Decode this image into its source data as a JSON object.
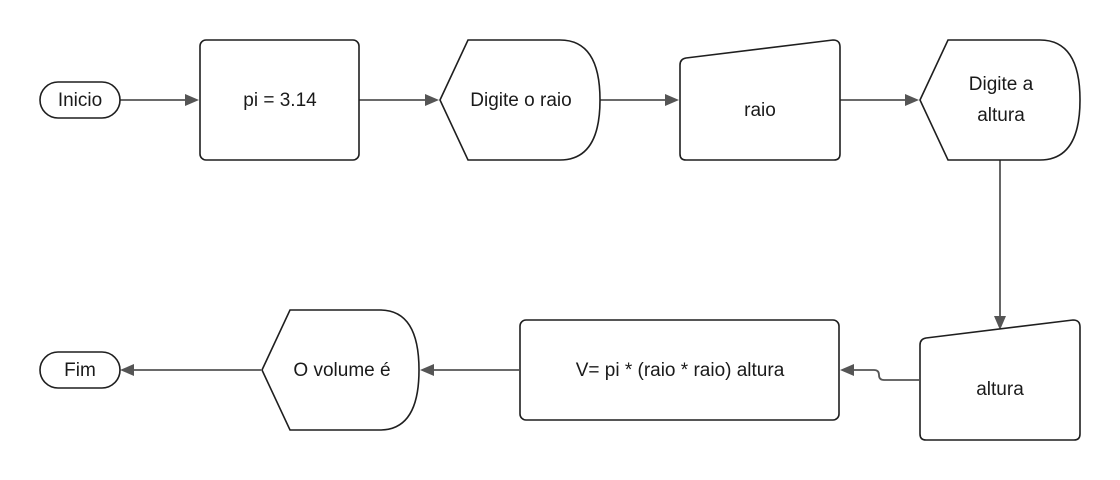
{
  "flowchart": {
    "nodes": {
      "inicio": {
        "label": "Inicio",
        "kind": "terminator"
      },
      "pi_assign": {
        "label": "pi = 3.14",
        "kind": "process"
      },
      "prompt_raio": {
        "label": "Digite o raio",
        "kind": "display"
      },
      "input_raio": {
        "label": "raio",
        "kind": "manual-input"
      },
      "prompt_altura": {
        "label_line1": "Digite a",
        "label_line2": "altura",
        "kind": "display"
      },
      "input_altura": {
        "label": "altura",
        "kind": "manual-input"
      },
      "calc_volume": {
        "label": "V= pi * (raio * raio) altura",
        "kind": "process"
      },
      "output_volume": {
        "label": "O volume é",
        "kind": "display"
      },
      "fim": {
        "label": "Fim",
        "kind": "terminator"
      }
    },
    "edges": [
      {
        "from": "inicio",
        "to": "pi_assign"
      },
      {
        "from": "pi_assign",
        "to": "prompt_raio"
      },
      {
        "from": "prompt_raio",
        "to": "input_raio"
      },
      {
        "from": "input_raio",
        "to": "prompt_altura"
      },
      {
        "from": "prompt_altura",
        "to": "input_altura"
      },
      {
        "from": "input_altura",
        "to": "calc_volume"
      },
      {
        "from": "calc_volume",
        "to": "output_volume"
      },
      {
        "from": "output_volume",
        "to": "fim"
      }
    ],
    "colors": {
      "stroke": "#1f1f1f",
      "connector": "#555555",
      "fill": "#ffffff",
      "text": "#1a1a1a"
    }
  }
}
